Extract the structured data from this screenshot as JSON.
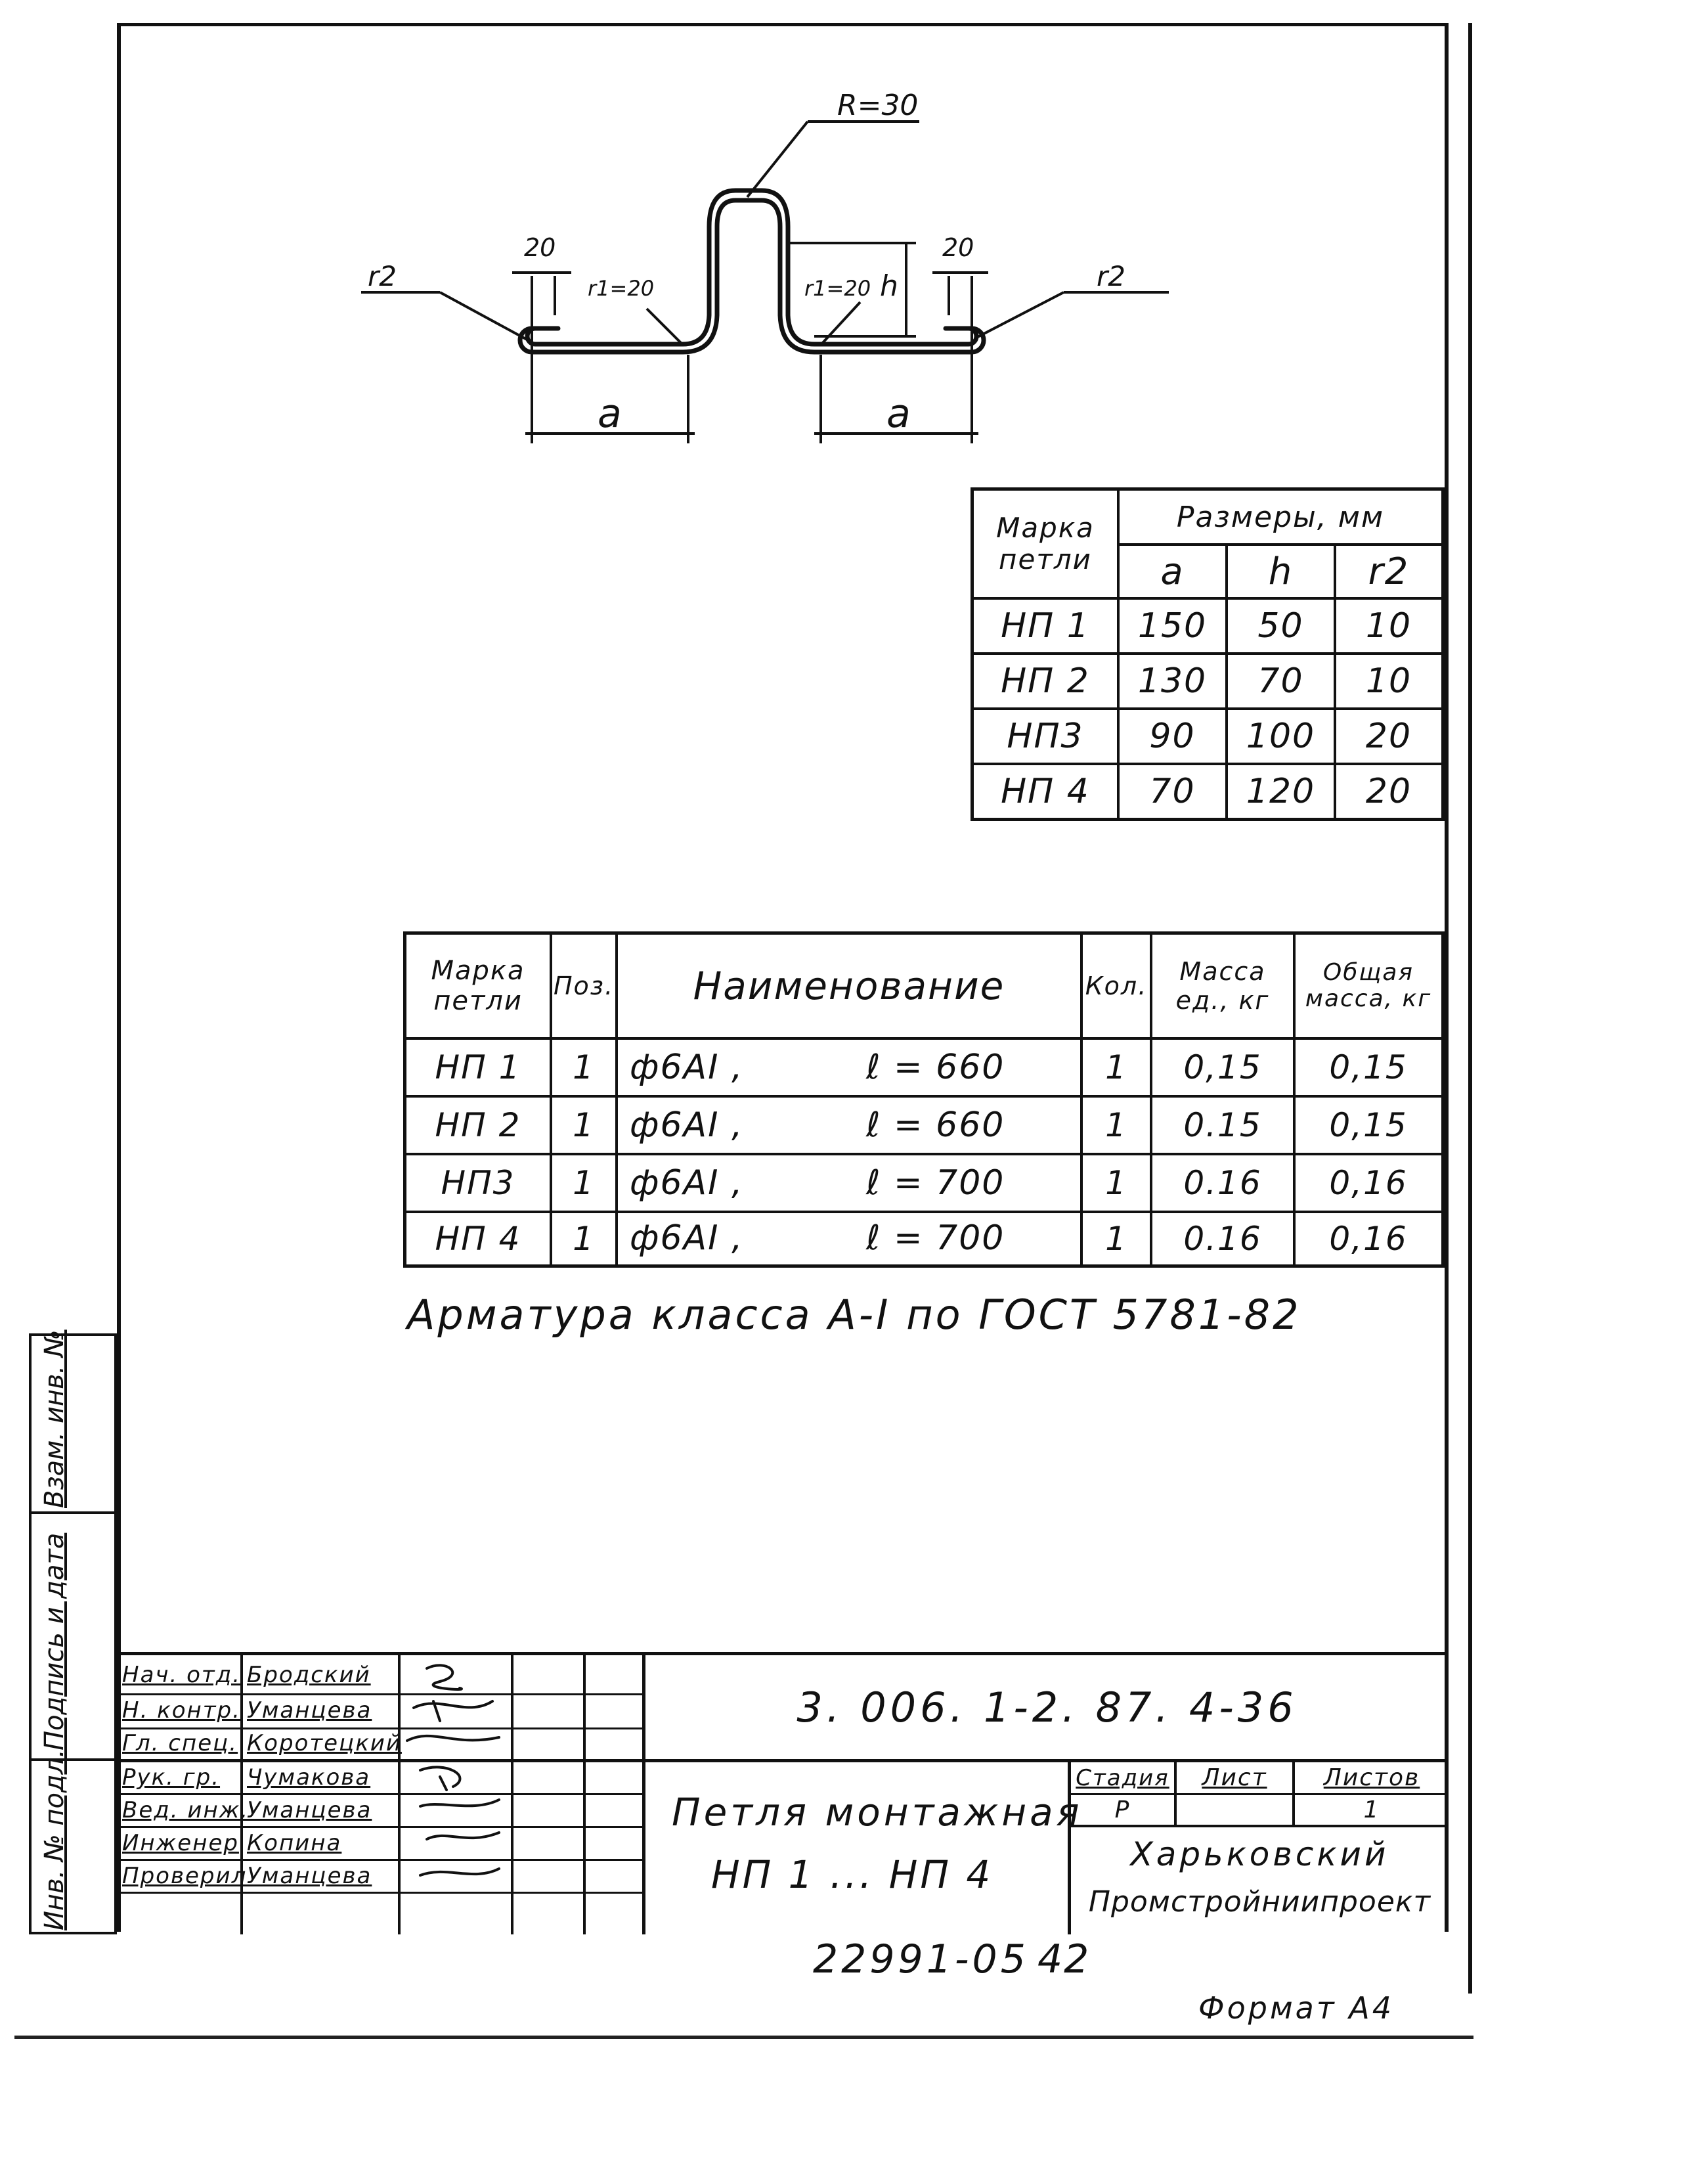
{
  "drawing": {
    "radius_label": "R=30",
    "dim_20_left": "20",
    "dim_20_right": "20",
    "r2_left": "r2",
    "r2_right": "r2",
    "r1_left": "r1=20",
    "r1_right": "r1=20",
    "h_label": "h",
    "a_left": "a",
    "a_right": "a"
  },
  "sizes_table": {
    "header_mark": "Марка петли",
    "header_sizes": "Размеры, мм",
    "col_a": "a",
    "col_h": "h",
    "col_r2": "r2",
    "rows": [
      {
        "mark": "НП 1",
        "a": "150",
        "h": "50",
        "r2": "10"
      },
      {
        "mark": "НП 2",
        "a": "130",
        "h": "70",
        "r2": "10"
      },
      {
        "mark": "НП3",
        "a": "90",
        "h": "100",
        "r2": "20"
      },
      {
        "mark": "НП 4",
        "a": "70",
        "h": "120",
        "r2": "20"
      }
    ]
  },
  "spec_table": {
    "h_mark": "Марка петли",
    "h_pos": "Поз.",
    "h_name": "Наименование",
    "h_qty": "Кол.",
    "h_mass_unit": "Масса ед., кг",
    "h_mass_total": "Общая масса, кг",
    "rows": [
      {
        "mark": "НП 1",
        "pos": "1",
        "name": "ф6АI ,",
        "len": "ℓ = 660",
        "qty": "1",
        "mass": "0,15",
        "total": "0,15"
      },
      {
        "mark": "НП 2",
        "pos": "1",
        "name": "ф6АI ,",
        "len": "ℓ = 660",
        "qty": "1",
        "mass": "0.15",
        "total": "0,15"
      },
      {
        "mark": "НП3",
        "pos": "1",
        "name": "ф6АI ,",
        "len": "ℓ = 700",
        "qty": "1",
        "mass": "0.16",
        "total": "0,16"
      },
      {
        "mark": "НП 4",
        "pos": "1",
        "name": "ф6АI ,",
        "len": "ℓ = 700",
        "qty": "1",
        "mass": "0.16",
        "total": "0,16"
      }
    ]
  },
  "note": "Арматура класса А-I по ГОСТ 5781-82",
  "side_labels": {
    "vzam": "Взам. инв. №",
    "podpis": "Подпись и дата",
    "inv": "Инв. № подл."
  },
  "title_block": {
    "code": "3. 006. 1-2. 87. 4-36",
    "title_line1": "Петля монтажная",
    "title_line2": "НП 1 ... НП 4",
    "h_stage": "Стадия",
    "h_sheet": "Лист",
    "h_sheets": "Листов",
    "stage": "Р",
    "sheet": "",
    "sheets": "1",
    "org_line1": "Харьковский",
    "org_line2": "Промстройниипроект",
    "roles": [
      {
        "role": "Нач. отд.",
        "name": "Бродский"
      },
      {
        "role": "Н. контр.",
        "name": "Уманцева"
      },
      {
        "role": "Гл. спец.",
        "name": "Коротецкий"
      },
      {
        "role": "Рук. гр.",
        "name": "Чумакова"
      },
      {
        "role": "Вед. инж.",
        "name": "Уманцева"
      },
      {
        "role": "Инженер",
        "name": "Копина"
      },
      {
        "role": "Проверил",
        "name": "Уманцева"
      }
    ]
  },
  "footer": {
    "archive_no": "22991-05",
    "page_no": "42",
    "format": "Формат А4"
  }
}
